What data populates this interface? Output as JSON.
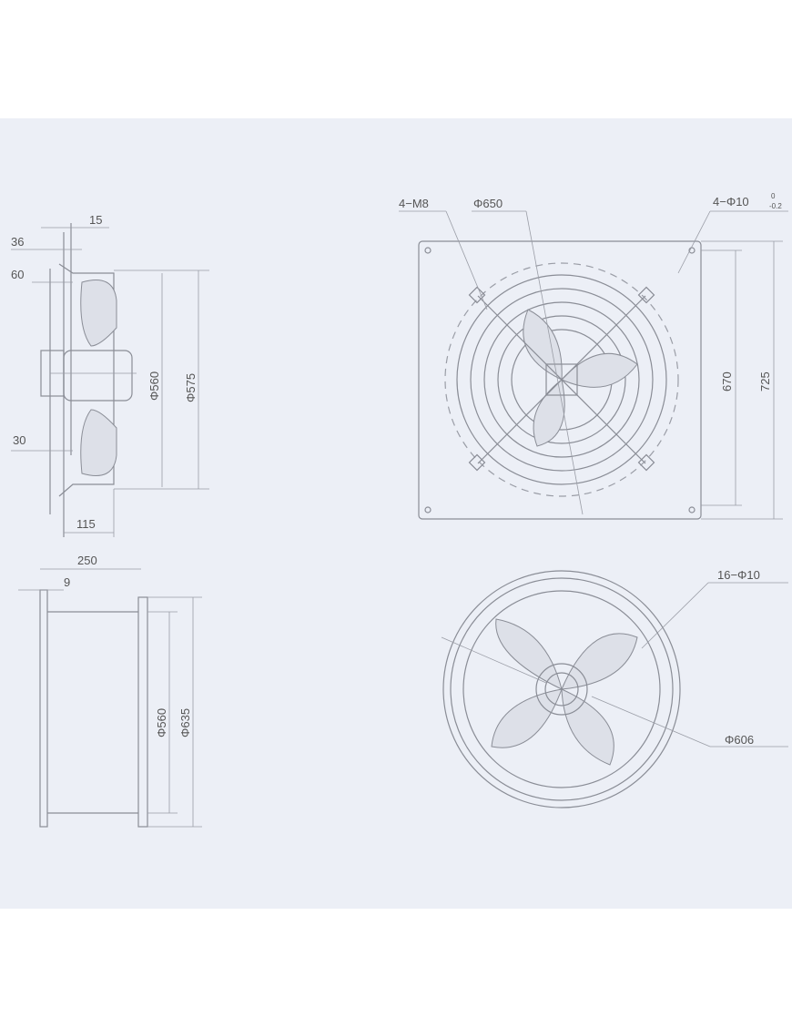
{
  "side_view": {
    "dims": {
      "d15": "15",
      "d36": "36",
      "d60": "60",
      "d30": "30",
      "d115": "115",
      "phi560": "Φ560",
      "phi575": "Φ575"
    }
  },
  "bottom_side_view": {
    "dims": {
      "d250": "250",
      "d9": "9",
      "phi560": "Φ560",
      "phi635": "Φ635"
    }
  },
  "front_square_view": {
    "dims": {
      "m8": "4−M8",
      "phi650": "Φ650",
      "holes": "4−Φ10",
      "tol_upper": "0",
      "tol_lower": "-0.2",
      "d670": "670",
      "d725": "725"
    }
  },
  "front_round_view": {
    "dims": {
      "holes": "16−Φ10",
      "phi606": "Φ606"
    }
  },
  "colors": {
    "sheet": "#eceff6",
    "line": "#8a8d96",
    "text": "#555555"
  }
}
